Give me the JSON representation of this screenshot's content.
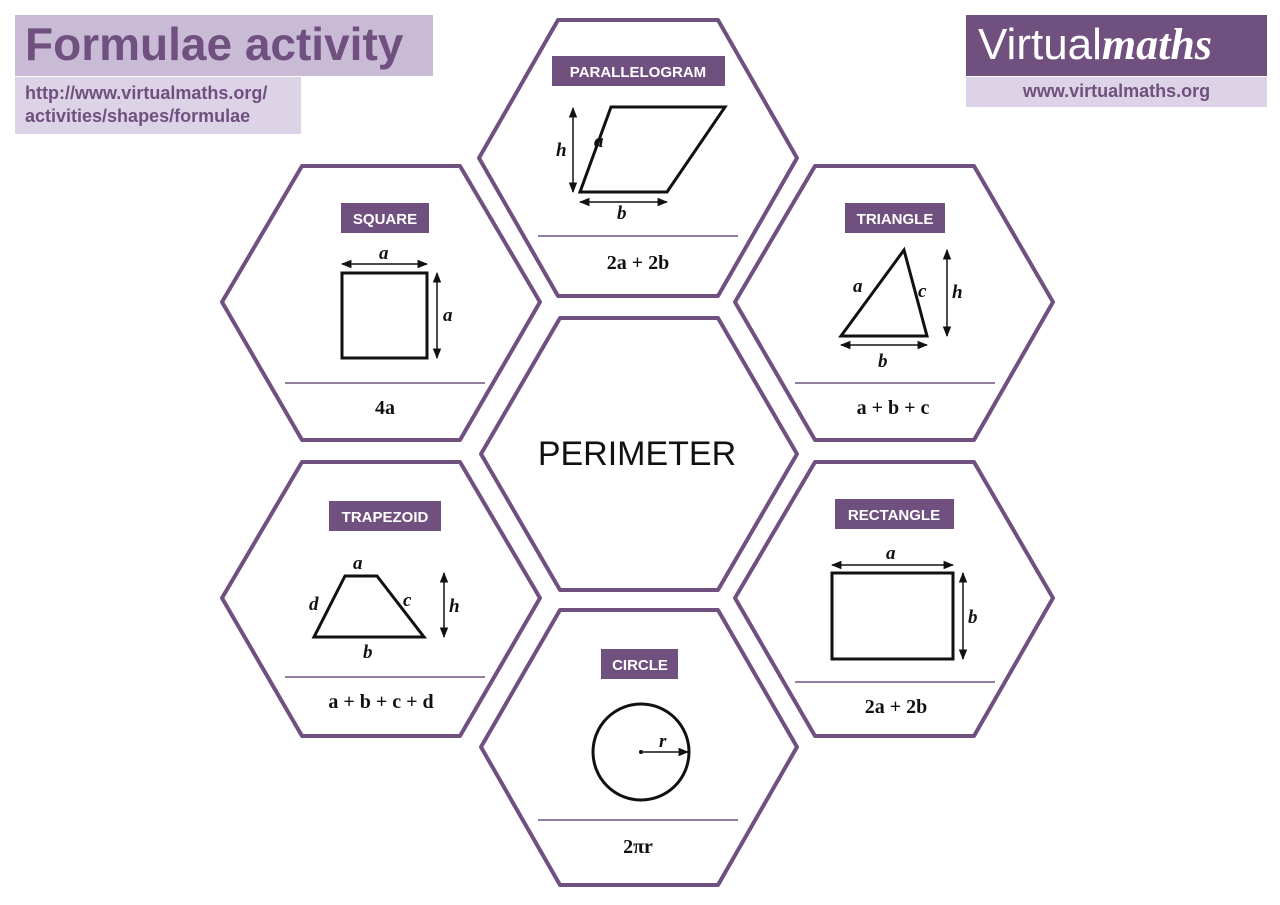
{
  "header": {
    "title": "Formulae activity",
    "url_line1": "http://www.virtualmaths.org/",
    "url_line2": "activities/shapes/formulae",
    "brand_plain": "Virtual",
    "brand_styled": "maths",
    "site": "www.virtualmaths.org"
  },
  "colors": {
    "purple": "#70507f",
    "light_purple": "#c9bbd6",
    "pale_purple": "#ddd3e6"
  },
  "center": {
    "label": "PERIMETER"
  },
  "hexes": {
    "parallelogram": {
      "label": "PARALLELOGRAM",
      "formula": "2a + 2b",
      "side_a": "a",
      "side_b": "b",
      "height": "h"
    },
    "square": {
      "label": "SQUARE",
      "formula": "4a",
      "top": "a",
      "side": "a"
    },
    "triangle": {
      "label": "TRIANGLE",
      "formula": "a + b + c",
      "side_a": "a",
      "side_b": "b",
      "side_c": "c",
      "height": "h"
    },
    "trapezoid": {
      "label": "TRAPEZOID",
      "formula": "a + b + c + d",
      "side_a": "a",
      "side_b": "b",
      "side_c": "c",
      "side_d": "d",
      "height": "h"
    },
    "rectangle": {
      "label": "RECTANGLE",
      "formula": "2a + 2b",
      "side_a": "a",
      "side_b": "b"
    },
    "circle": {
      "label": "CIRCLE",
      "formula": "2πr",
      "radius": "r"
    }
  }
}
